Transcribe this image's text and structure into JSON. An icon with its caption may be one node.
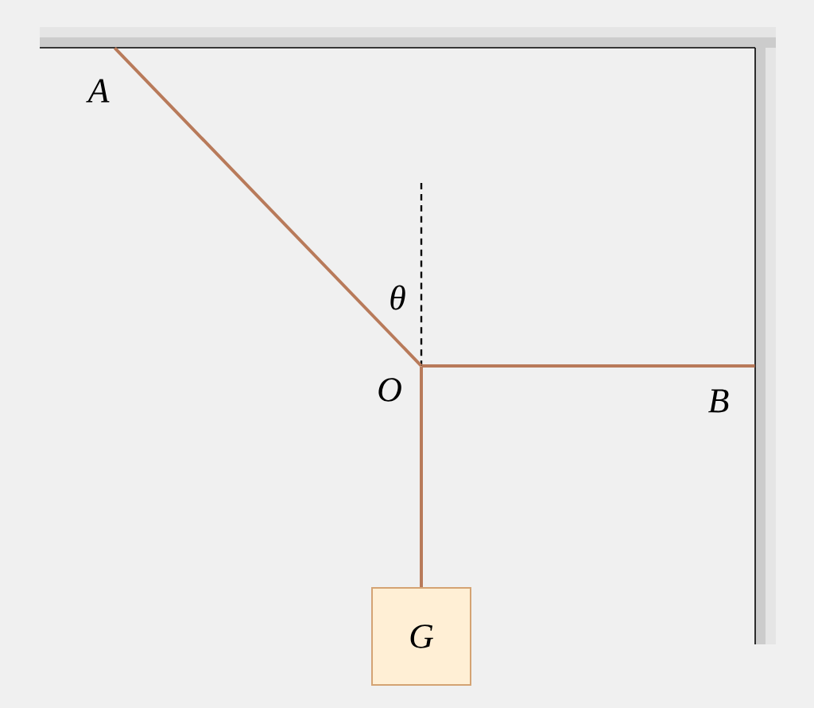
{
  "diagram": {
    "nodes": [
      {
        "text": [
          "A"
        ]
      },
      {
        "text": [
          "O"
        ]
      },
      {
        "text": [
          "B"
        ]
      },
      {
        "text": [
          "G"
        ]
      }
    ],
    "edges": [
      {
        "from": 0,
        "to": 1,
        "arrow": "none"
      },
      {
        "from": 1,
        "to": 2,
        "arrow": "none"
      },
      {
        "from": 1,
        "to": 3,
        "arrow": "none"
      }
    ],
    "labels": [
      "θ"
    ]
  }
}
